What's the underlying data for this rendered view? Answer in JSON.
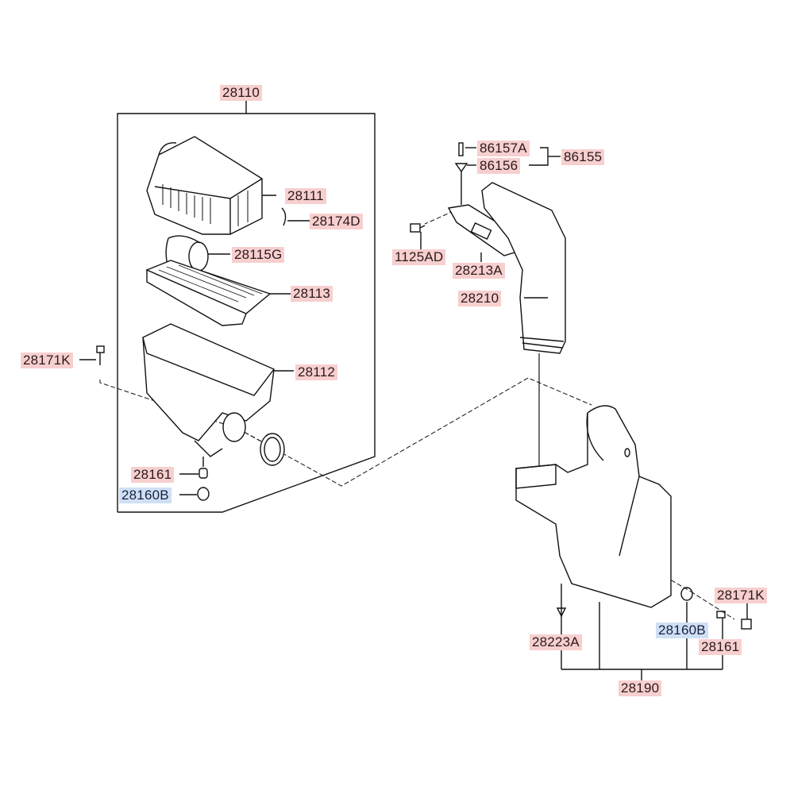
{
  "diagram": {
    "title": "Air cleaner assembly parts diagram",
    "colors": {
      "part_label_bg": "#f7cfcf",
      "highlight_label_bg": "#cfe0f5",
      "line": "#111111"
    },
    "labels": [
      {
        "id": "l28110",
        "text": "28110",
        "style": "red"
      },
      {
        "id": "l28111",
        "text": "28111",
        "style": "red"
      },
      {
        "id": "l28174D",
        "text": "28174D",
        "style": "red"
      },
      {
        "id": "l28115G",
        "text": "28115G",
        "style": "red"
      },
      {
        "id": "l28113",
        "text": "28113",
        "style": "red"
      },
      {
        "id": "l28171K_a",
        "text": "28171K",
        "style": "red"
      },
      {
        "id": "l28112",
        "text": "28112",
        "style": "red"
      },
      {
        "id": "l28161_a",
        "text": "28161",
        "style": "red"
      },
      {
        "id": "l28160B_a",
        "text": "28160B",
        "style": "blue"
      },
      {
        "id": "l86157A",
        "text": "86157A",
        "style": "red"
      },
      {
        "id": "l86156",
        "text": "86156",
        "style": "red"
      },
      {
        "id": "l86155",
        "text": "86155",
        "style": "red"
      },
      {
        "id": "l1125AD",
        "text": "1125AD",
        "style": "red"
      },
      {
        "id": "l28213A",
        "text": "28213A",
        "style": "red"
      },
      {
        "id": "l28210",
        "text": "28210",
        "style": "red"
      },
      {
        "id": "l28171K_b",
        "text": "28171K",
        "style": "red"
      },
      {
        "id": "l28160B_b",
        "text": "28160B",
        "style": "blue"
      },
      {
        "id": "l28161_b",
        "text": "28161",
        "style": "red"
      },
      {
        "id": "l28223A",
        "text": "28223A",
        "style": "red"
      },
      {
        "id": "l28190",
        "text": "28190",
        "style": "red"
      }
    ]
  }
}
